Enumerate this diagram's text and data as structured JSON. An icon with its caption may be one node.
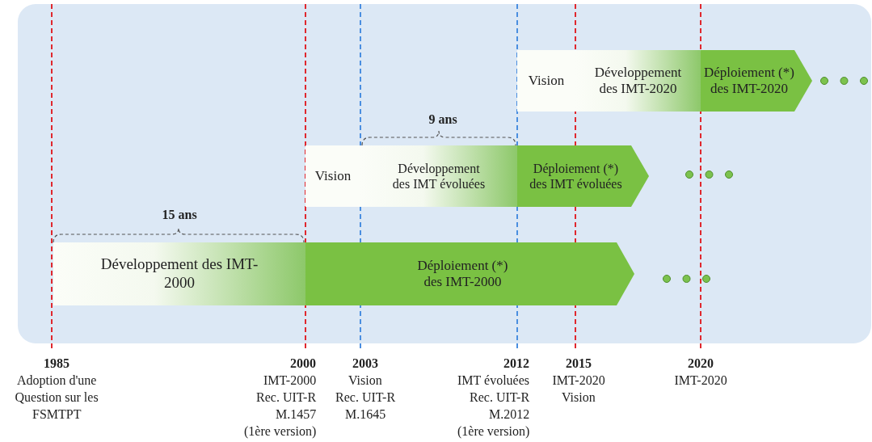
{
  "diagram": {
    "nodes": [
      {
        "text": [
          "Vision"
        ]
      },
      {
        "text": [
          "Développement des IMT-2020"
        ]
      },
      {
        "text": [
          "Déploiement (*) des IMT-2020"
        ]
      },
      {
        "text": [
          "Vision"
        ]
      },
      {
        "text": [
          "Développement des IMT évoluées"
        ]
      },
      {
        "text": [
          "Déploiement (*) des IMT évoluées"
        ]
      },
      {
        "text": [
          "Développement des IMT-2000"
        ]
      },
      {
        "text": [
          "Déploiement (*) des IMT-2000"
        ]
      }
    ],
    "labels": [
      "9 ans",
      "15 ans",
      "1985",
      "Adoption d'une",
      "Question sur les",
      "FSMTPT",
      "2000",
      "IMT-2000",
      "Rec. UIT-R",
      "M.1457",
      "(1ère version)",
      "2003",
      "Vision",
      "Rec. UIT-R",
      "M.1645",
      "2012",
      "IMT évoluées",
      "Rec. UIT-R",
      "M.2012",
      "(1ère version)",
      "2015",
      "IMT-2020",
      "Vision",
      "2020",
      "IMT-2020"
    ]
  }
}
